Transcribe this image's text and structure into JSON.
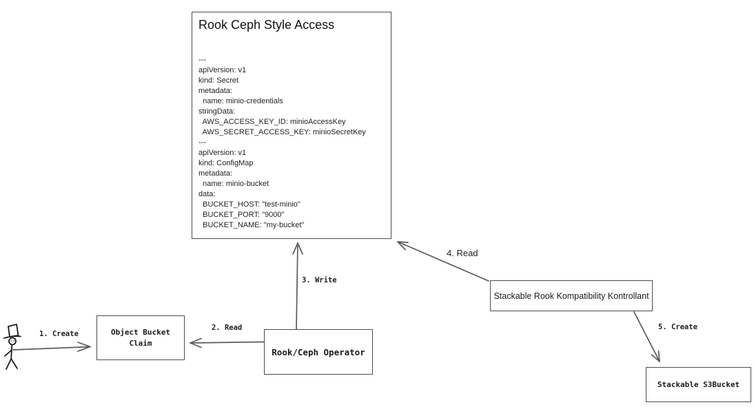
{
  "colors": {
    "background": "#ffffff",
    "box_border": "#4b4b4b",
    "arrow_line": "#5a5a5a",
    "text": "#1a1a1a"
  },
  "main_box": {
    "title": "Rook Ceph Style Access",
    "yaml_lines": [
      "---",
      "apiVersion: v1",
      "kind: Secret",
      "metadata:",
      "  name: minio-credentials",
      "stringData:",
      "  AWS_ACCESS_KEY_ID: minioAccessKey",
      "  AWS_SECRET_ACCESS_KEY: minioSecretKey",
      "---",
      "apiVersion: v1",
      "kind: ConfigMap",
      "metadata:",
      "  name: minio-bucket",
      "data:",
      "  BUCKET_HOST: \"test-minio\"",
      "  BUCKET_PORT: \"9000\"",
      "  BUCKET_NAME: \"my-bucket\""
    ]
  },
  "nodes": {
    "object_bucket_claim": {
      "label": "Object Bucket\nClaim"
    },
    "rook_ceph_operator": {
      "label": "Rook/Ceph Operator"
    },
    "kontrollant": {
      "label": "Stackable Rook Kompatibility Kontrollant"
    },
    "s3bucket": {
      "label": "Stackable S3Bucket"
    }
  },
  "edges": {
    "create1": {
      "label": "1. Create",
      "from": "user",
      "to": "object_bucket_claim"
    },
    "read2": {
      "label": "2. Read",
      "from": "rook_ceph_operator",
      "to": "object_bucket_claim"
    },
    "write3": {
      "label": "3. Write",
      "from": "rook_ceph_operator",
      "to": "main_box"
    },
    "read4": {
      "label": "4. Read",
      "from": "kontrollant",
      "to": "main_box"
    },
    "create5": {
      "label": "5. Create",
      "from": "kontrollant",
      "to": "s3bucket"
    }
  },
  "icons": {
    "actor": "stick-figure-user-with-top-hat"
  }
}
